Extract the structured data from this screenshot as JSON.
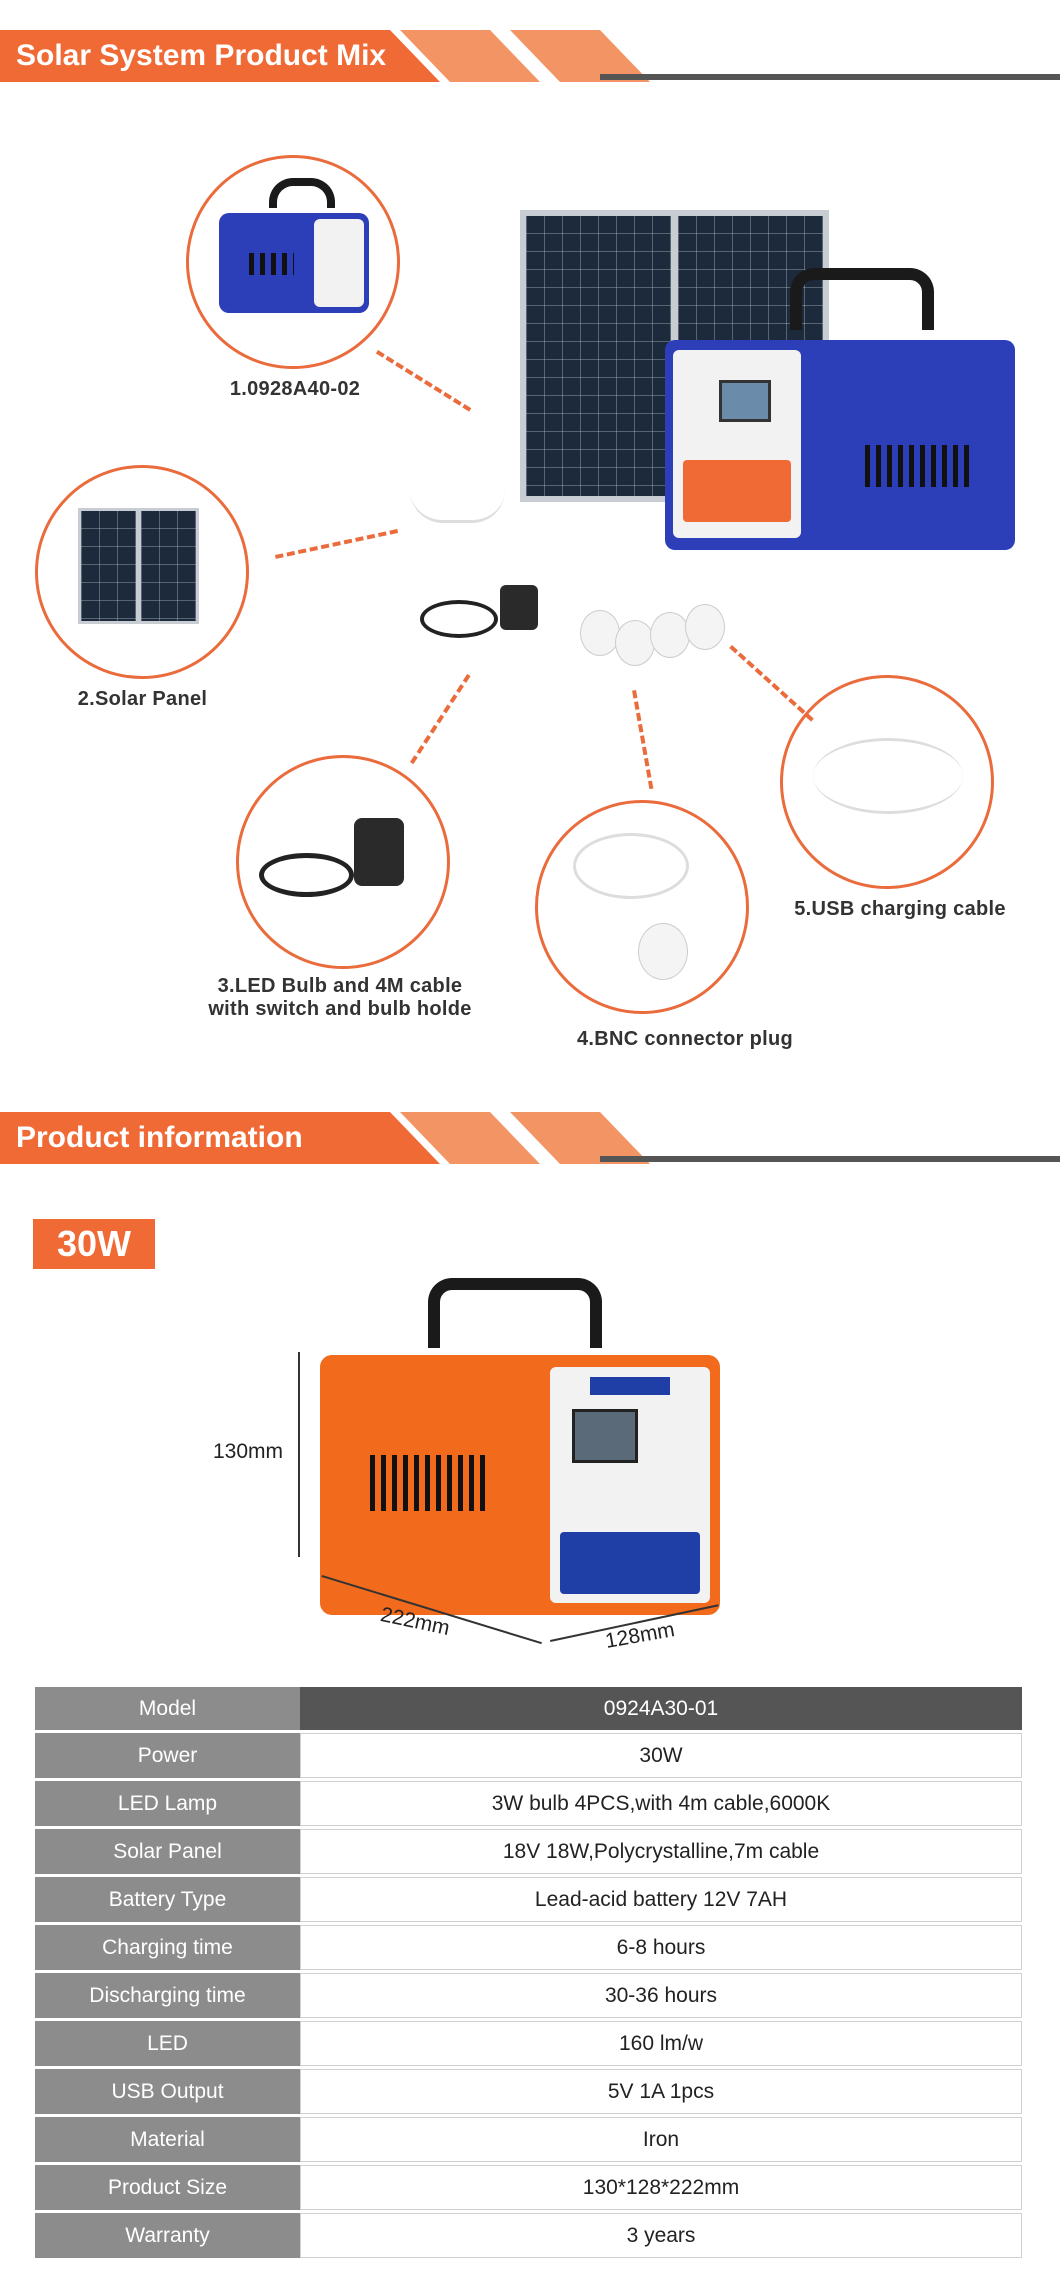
{
  "section1": {
    "title": "Solar System Product Mix"
  },
  "mix_items": [
    {
      "label": "1.0928A40-02"
    },
    {
      "label": "2.Solar Panel"
    },
    {
      "label_line1": "3.LED Bulb and 4M cable",
      "label_line2": "with switch and bulb holde"
    },
    {
      "label": "4.BNC connector plug"
    },
    {
      "label": "5.USB charging cable"
    }
  ],
  "section2": {
    "title": "Product information"
  },
  "badge": "30W",
  "dimensions": {
    "height": "130mm",
    "length": "222mm",
    "width": "128mm"
  },
  "specs": [
    {
      "key": "Model",
      "value": "0924A30-01"
    },
    {
      "key": "Power",
      "value": "30W"
    },
    {
      "key": "LED Lamp",
      "value": "3W bulb 4PCS,with 4m cable,6000K"
    },
    {
      "key": "Solar Panel",
      "value": "18V 18W,Polycrystalline,7m cable"
    },
    {
      "key": "Battery Type",
      "value": "Lead-acid battery 12V 7AH"
    },
    {
      "key": "Charging time",
      "value": "6-8 hours"
    },
    {
      "key": "Discharging time",
      "value": "30-36 hours"
    },
    {
      "key": "LED",
      "value": "160 lm/w"
    },
    {
      "key": "USB Output",
      "value": "5V 1A 1pcs"
    },
    {
      "key": "Material",
      "value": "Iron"
    },
    {
      "key": "Product Size",
      "value": "130*128*222mm"
    },
    {
      "key": "Warranty",
      "value": "3 years"
    }
  ],
  "colors": {
    "accent": "#f06a35",
    "accent_light": "#f39465",
    "unit_blue": "#2c3fb8",
    "unit_orange": "#f26a1b"
  }
}
